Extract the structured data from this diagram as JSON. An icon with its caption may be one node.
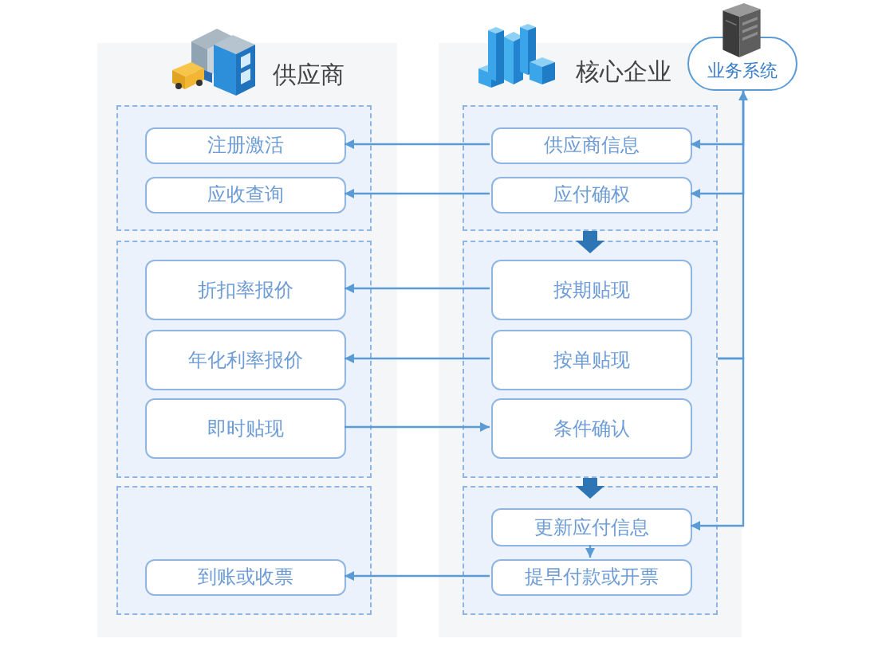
{
  "diagram": {
    "nodes": [
      {
        "text": [
          "供应商"
        ]
      },
      {
        "text": [],
        "shape": "box",
        "in": 0
      },
      {
        "text": [
          "注册激活"
        ],
        "in": 1
      },
      {
        "text": [
          "应收查询"
        ],
        "in": 1
      },
      {
        "text": [],
        "shape": "box",
        "in": 0
      },
      {
        "text": [
          "折扣率报价"
        ],
        "in": 4
      },
      {
        "text": [
          "年化利率报价"
        ],
        "in": 4
      },
      {
        "text": [
          "即时贴现"
        ],
        "in": 4
      },
      {
        "text": [],
        "shape": "box",
        "in": 0
      },
      {
        "text": [
          "到账或收票"
        ],
        "in": 8
      },
      {
        "text": [
          "核心企业"
        ]
      },
      {
        "text": [],
        "shape": "box",
        "in": 10
      },
      {
        "text": [
          "供应商信息"
        ],
        "in": 11
      },
      {
        "text": [
          "应付确权"
        ],
        "in": 11
      },
      {
        "text": [],
        "shape": "box",
        "in": 10
      },
      {
        "text": [
          "按期贴现"
        ],
        "in": 14
      },
      {
        "text": [
          "按单贴现"
        ],
        "in": 14
      },
      {
        "text": [
          "条件确认"
        ],
        "in": 14
      },
      {
        "text": [],
        "shape": "box",
        "in": 10
      },
      {
        "text": [
          "更新应付信息"
        ],
        "in": 18
      },
      {
        "text": [
          "提早付款或开票"
        ],
        "in": 18
      },
      {
        "text": [
          "业务系统"
        ]
      }
    ],
    "edges": [
      {
        "from": 12,
        "to": 2,
        "arrow": "to"
      },
      {
        "from": 13,
        "to": 3,
        "arrow": "to"
      },
      {
        "from": 15,
        "to": 5,
        "arrow": "to"
      },
      {
        "from": 16,
        "to": 6,
        "arrow": "to"
      },
      {
        "from": 7,
        "to": 17,
        "arrow": "to"
      },
      {
        "from": 20,
        "to": 9,
        "arrow": "to"
      },
      {
        "from": 19,
        "to": 20,
        "arrow": "to"
      },
      {
        "from": 11,
        "to": 14,
        "arrow": "to",
        "style": "thick",
        "color": "#2e75b6"
      },
      {
        "from": 14,
        "to": 18,
        "arrow": "to",
        "style": "thick",
        "color": "#2e75b6"
      },
      {
        "from": 14,
        "to": 21,
        "arrow": "to"
      },
      {
        "from": 21,
        "to": 12,
        "arrow": "to"
      },
      {
        "from": 21,
        "to": 13,
        "arrow": "to"
      },
      {
        "from": 14,
        "to": 19,
        "arrow": "to"
      }
    ]
  }
}
